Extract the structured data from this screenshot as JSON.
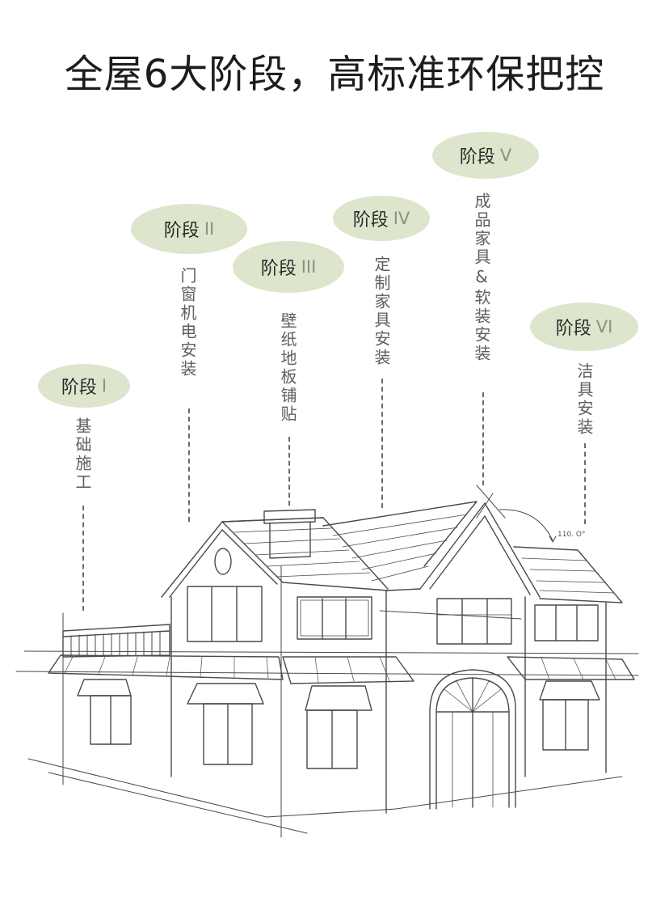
{
  "title": "全屋6大阶段，高标准环保把控",
  "stages": [
    {
      "label": "阶段",
      "numeral": "I",
      "task": "基础施工"
    },
    {
      "label": "阶段",
      "numeral": "II",
      "task": "门窗机电安装"
    },
    {
      "label": "阶段",
      "numeral": "III",
      "task": "壁纸地板铺贴"
    },
    {
      "label": "阶段",
      "numeral": "IV",
      "task": "定制家具安装"
    },
    {
      "label": "阶段",
      "numeral": "V",
      "task": "成品家具&软装安装"
    },
    {
      "label": "阶段",
      "numeral": "VI",
      "task": "洁具安装"
    }
  ],
  "angle_annotation": "110. O°",
  "colors": {
    "pill": "#dde5cd",
    "line": "#555555"
  }
}
